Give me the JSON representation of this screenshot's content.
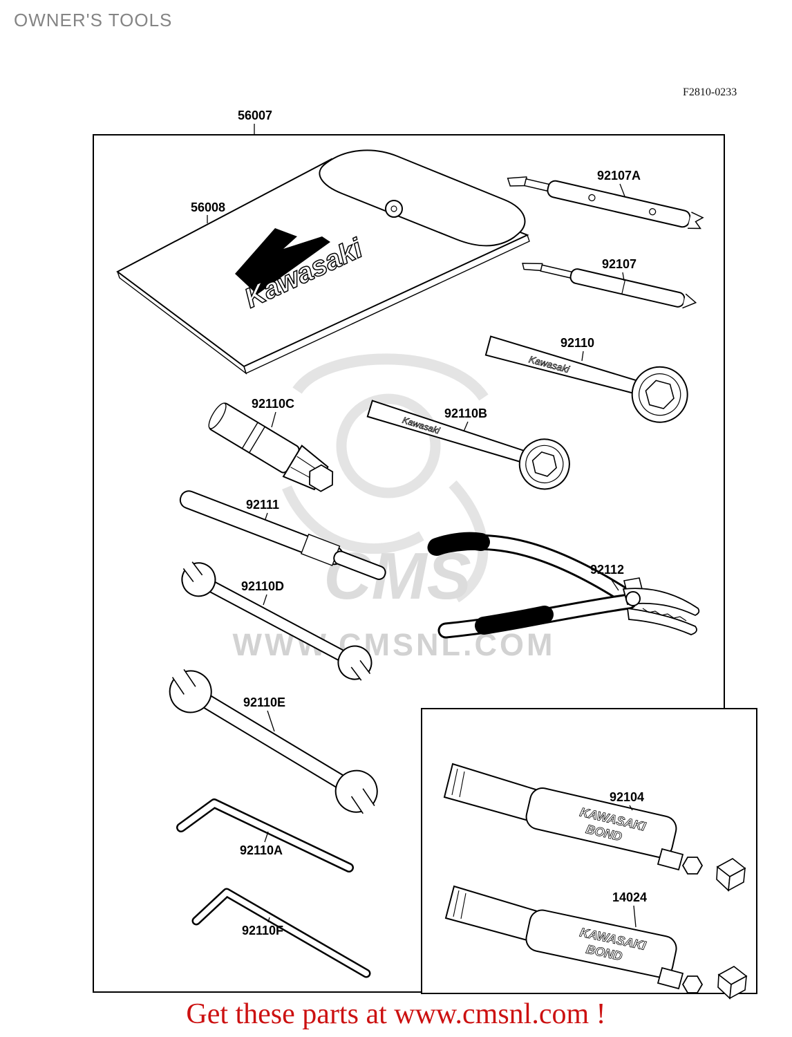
{
  "page": {
    "title": "OWNER'S TOOLS",
    "reference_code": "F2810-0233",
    "footer_text": "Get these parts at www.cmsnl.com !",
    "footer_color": "#cc1111",
    "title_color": "#848484",
    "line_color": "#000000"
  },
  "watermark": {
    "brand": "CMS",
    "url": "WWW.CMSNL.COM"
  },
  "logo": {
    "brand_text": "Kawasaki"
  },
  "wrench_marking": "Kawasaki",
  "tube_text": {
    "line1": "KAWASAKI",
    "line2": "BOND"
  },
  "parts": [
    {
      "label": "56007"
    },
    {
      "label": "56008"
    },
    {
      "label": "92107A"
    },
    {
      "label": "92107"
    },
    {
      "label": "92110"
    },
    {
      "label": "92110C"
    },
    {
      "label": "92110B"
    },
    {
      "label": "92111"
    },
    {
      "label": "92112"
    },
    {
      "label": "92110D"
    },
    {
      "label": "92110E"
    },
    {
      "label": "92110A"
    },
    {
      "label": "92110F"
    },
    {
      "label": "92104"
    },
    {
      "label": "14024"
    }
  ]
}
